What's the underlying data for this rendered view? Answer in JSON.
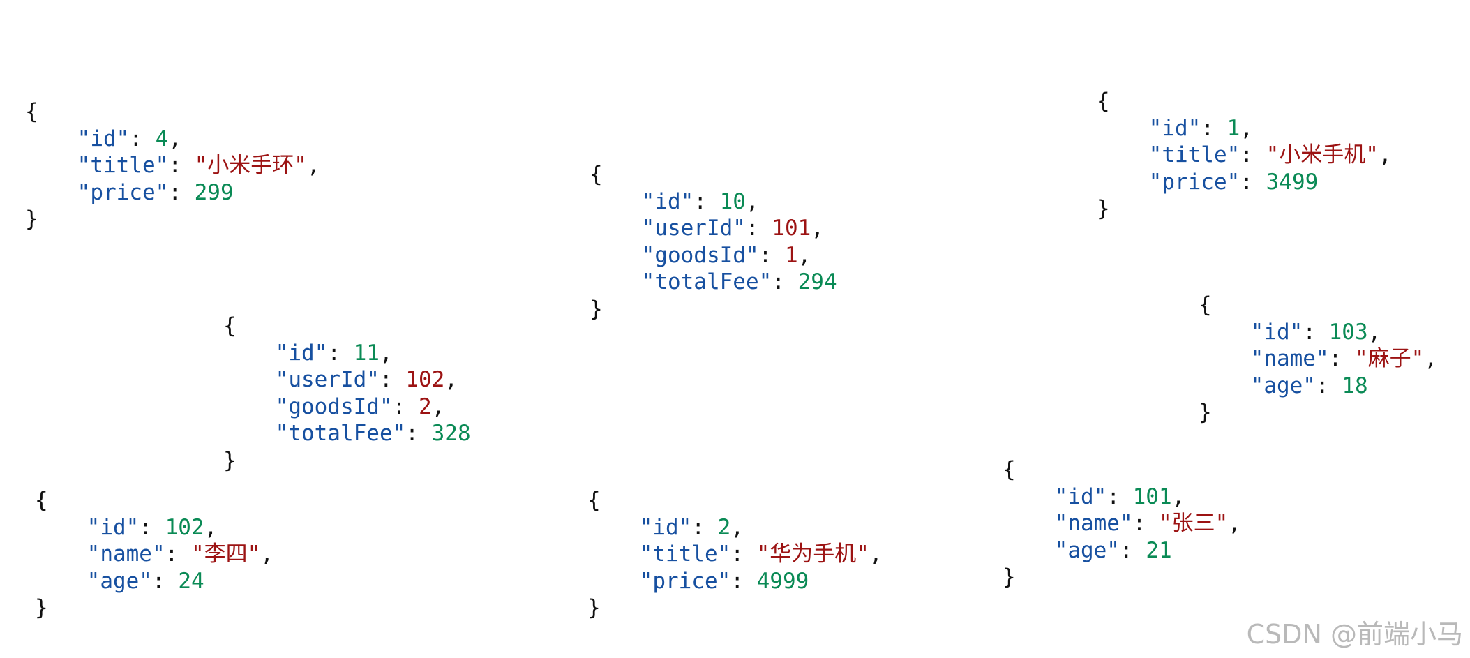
{
  "blocks": [
    {
      "name": "goods-4",
      "entries": [
        {
          "key": "\"id\"",
          "value": "4",
          "type": "number",
          "comma": true
        },
        {
          "key": "\"title\"",
          "value": "\"小米手环\"",
          "type": "string",
          "comma": true
        },
        {
          "key": "\"price\"",
          "value": "299",
          "type": "number",
          "comma": false
        }
      ]
    },
    {
      "name": "order-10",
      "entries": [
        {
          "key": "\"id\"",
          "value": "10",
          "type": "number",
          "comma": true
        },
        {
          "key": "\"userId\"",
          "value": "101",
          "type": "ref",
          "comma": true
        },
        {
          "key": "\"goodsId\"",
          "value": "1",
          "type": "ref",
          "comma": true
        },
        {
          "key": "\"totalFee\"",
          "value": "294",
          "type": "number",
          "comma": false
        }
      ]
    },
    {
      "name": "goods-1",
      "entries": [
        {
          "key": "\"id\"",
          "value": "1",
          "type": "number",
          "comma": true
        },
        {
          "key": "\"title\"",
          "value": "\"小米手机\"",
          "type": "string",
          "comma": true
        },
        {
          "key": "\"price\"",
          "value": "3499",
          "type": "number",
          "comma": false
        }
      ]
    },
    {
      "name": "order-11",
      "entries": [
        {
          "key": "\"id\"",
          "value": "11",
          "type": "number",
          "comma": true
        },
        {
          "key": "\"userId\"",
          "value": "102",
          "type": "ref",
          "comma": true
        },
        {
          "key": "\"goodsId\"",
          "value": "2",
          "type": "ref",
          "comma": true
        },
        {
          "key": "\"totalFee\"",
          "value": "328",
          "type": "number",
          "comma": false
        }
      ]
    },
    {
      "name": "user-103",
      "entries": [
        {
          "key": "\"id\"",
          "value": "103",
          "type": "number",
          "comma": true
        },
        {
          "key": "\"name\"",
          "value": "\"麻子\"",
          "type": "string",
          "comma": true
        },
        {
          "key": "\"age\"",
          "value": "18",
          "type": "number",
          "comma": false
        }
      ]
    },
    {
      "name": "user-102",
      "entries": [
        {
          "key": "\"id\"",
          "value": "102",
          "type": "number",
          "comma": true
        },
        {
          "key": "\"name\"",
          "value": "\"李四\"",
          "type": "string",
          "comma": true
        },
        {
          "key": "\"age\"",
          "value": "24",
          "type": "number",
          "comma": false
        }
      ]
    },
    {
      "name": "goods-2",
      "entries": [
        {
          "key": "\"id\"",
          "value": "2",
          "type": "number",
          "comma": true
        },
        {
          "key": "\"title\"",
          "value": "\"华为手机\"",
          "type": "string",
          "comma": true
        },
        {
          "key": "\"price\"",
          "value": "4999",
          "type": "number",
          "comma": false
        }
      ]
    },
    {
      "name": "user-101",
      "entries": [
        {
          "key": "\"id\"",
          "value": "101",
          "type": "number",
          "comma": true
        },
        {
          "key": "\"name\"",
          "value": "\"张三\"",
          "type": "string",
          "comma": true
        },
        {
          "key": "\"age\"",
          "value": "21",
          "type": "number",
          "comma": false
        }
      ]
    }
  ],
  "syntax": {
    "open_brace": "{",
    "close_brace": "}",
    "colon": ": ",
    "comma": ","
  },
  "colors": {
    "key": "#1750a0",
    "number": "#0a8a55",
    "string": "#9c1313",
    "brace": "#111111",
    "watermark": "#b9b9b9"
  },
  "watermark": "CSDN @前端小马"
}
